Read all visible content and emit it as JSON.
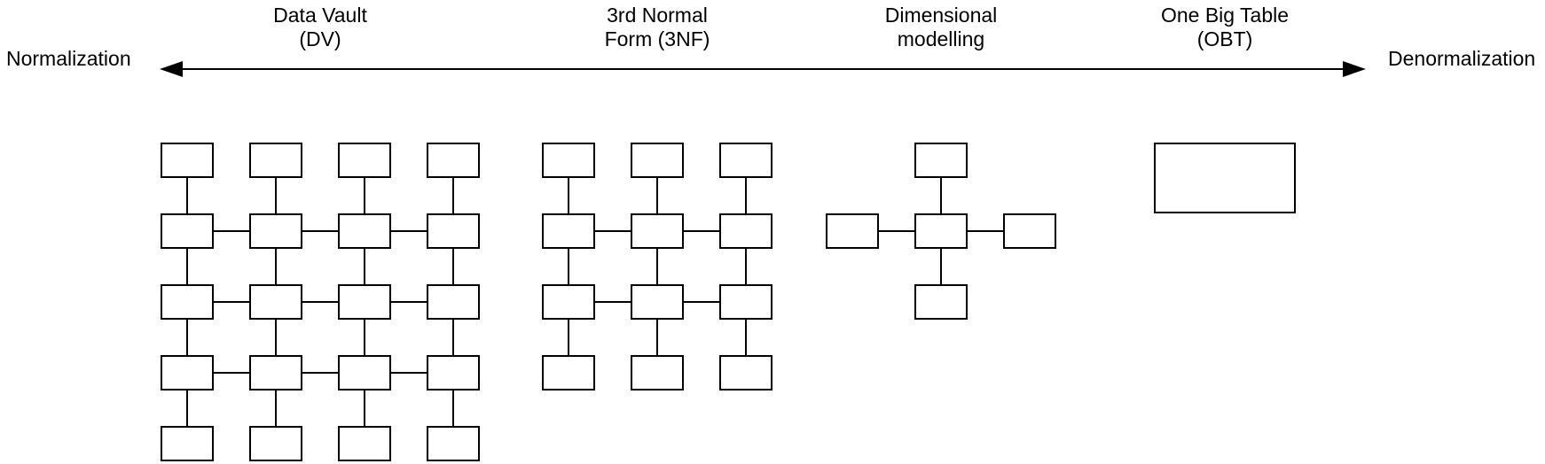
{
  "axis": {
    "left_label": "Normalization",
    "right_label": "Denormalization"
  },
  "categories": [
    {
      "line1": "Data Vault",
      "line2": "(DV)"
    },
    {
      "line1": "3rd Normal",
      "line2": "Form (3NF)"
    },
    {
      "line1": "Dimensional",
      "line2": "modelling"
    },
    {
      "line1": "One Big Table",
      "line2": "(OBT)"
    }
  ],
  "colors": {
    "background": "#ffffff",
    "line": "#000000",
    "box_fill": "#ffffff"
  },
  "diagrams": [
    {
      "name": "data-vault-schema",
      "box_size": [
        60,
        40
      ],
      "boxes": [
        [
          181,
          161
        ],
        [
          281,
          161
        ],
        [
          381,
          161
        ],
        [
          481,
          161
        ],
        [
          181,
          241
        ],
        [
          281,
          241
        ],
        [
          381,
          241
        ],
        [
          481,
          241
        ],
        [
          181,
          321
        ],
        [
          281,
          321
        ],
        [
          381,
          321
        ],
        [
          481,
          321
        ],
        [
          181,
          401
        ],
        [
          281,
          401
        ],
        [
          381,
          401
        ],
        [
          481,
          401
        ],
        [
          181,
          481
        ],
        [
          281,
          481
        ],
        [
          381,
          481
        ],
        [
          481,
          481
        ]
      ],
      "edges": [
        [
          211,
          201,
          211,
          241
        ],
        [
          311,
          201,
          311,
          241
        ],
        [
          411,
          201,
          411,
          241
        ],
        [
          511,
          201,
          511,
          241
        ],
        [
          211,
          281,
          211,
          321
        ],
        [
          311,
          281,
          311,
          321
        ],
        [
          411,
          281,
          411,
          321
        ],
        [
          511,
          281,
          511,
          321
        ],
        [
          211,
          361,
          211,
          401
        ],
        [
          311,
          361,
          311,
          401
        ],
        [
          411,
          361,
          411,
          401
        ],
        [
          511,
          361,
          511,
          401
        ],
        [
          211,
          441,
          211,
          481
        ],
        [
          311,
          441,
          311,
          481
        ],
        [
          411,
          441,
          411,
          481
        ],
        [
          511,
          441,
          511,
          481
        ],
        [
          241,
          261,
          281,
          261
        ],
        [
          341,
          261,
          381,
          261
        ],
        [
          441,
          261,
          481,
          261
        ],
        [
          241,
          341,
          281,
          341
        ],
        [
          341,
          341,
          381,
          341
        ],
        [
          441,
          341,
          481,
          341
        ],
        [
          241,
          421,
          281,
          421
        ],
        [
          341,
          421,
          381,
          421
        ],
        [
          441,
          421,
          481,
          421
        ]
      ]
    },
    {
      "name": "third-normal-form-schema",
      "box_size": [
        60,
        40
      ],
      "boxes": [
        [
          611,
          161
        ],
        [
          711,
          161
        ],
        [
          811,
          161
        ],
        [
          611,
          241
        ],
        [
          711,
          241
        ],
        [
          811,
          241
        ],
        [
          611,
          321
        ],
        [
          711,
          321
        ],
        [
          811,
          321
        ],
        [
          611,
          401
        ],
        [
          711,
          401
        ],
        [
          811,
          401
        ]
      ],
      "edges": [
        [
          641,
          201,
          641,
          241
        ],
        [
          741,
          201,
          741,
          241
        ],
        [
          841,
          201,
          841,
          241
        ],
        [
          641,
          281,
          641,
          321
        ],
        [
          741,
          281,
          741,
          321
        ],
        [
          841,
          281,
          841,
          321
        ],
        [
          641,
          361,
          641,
          401
        ],
        [
          741,
          361,
          741,
          401
        ],
        [
          841,
          361,
          841,
          401
        ],
        [
          671,
          261,
          711,
          261
        ],
        [
          771,
          261,
          811,
          261
        ],
        [
          671,
          341,
          711,
          341
        ],
        [
          771,
          341,
          811,
          341
        ]
      ]
    },
    {
      "name": "dimensional-model-schema",
      "box_size": [
        60,
        40
      ],
      "boxes": [
        [
          1031,
          161
        ],
        [
          931,
          241
        ],
        [
          1031,
          241
        ],
        [
          1131,
          241
        ],
        [
          1031,
          321
        ]
      ],
      "edges": [
        [
          1061,
          201,
          1061,
          241
        ],
        [
          1061,
          281,
          1061,
          321
        ],
        [
          991,
          261,
          1031,
          261
        ],
        [
          1091,
          261,
          1131,
          261
        ]
      ]
    },
    {
      "name": "one-big-table-schema",
      "box_size": [
        160,
        80
      ],
      "boxes": [
        [
          1301,
          161
        ]
      ],
      "edges": []
    }
  ]
}
